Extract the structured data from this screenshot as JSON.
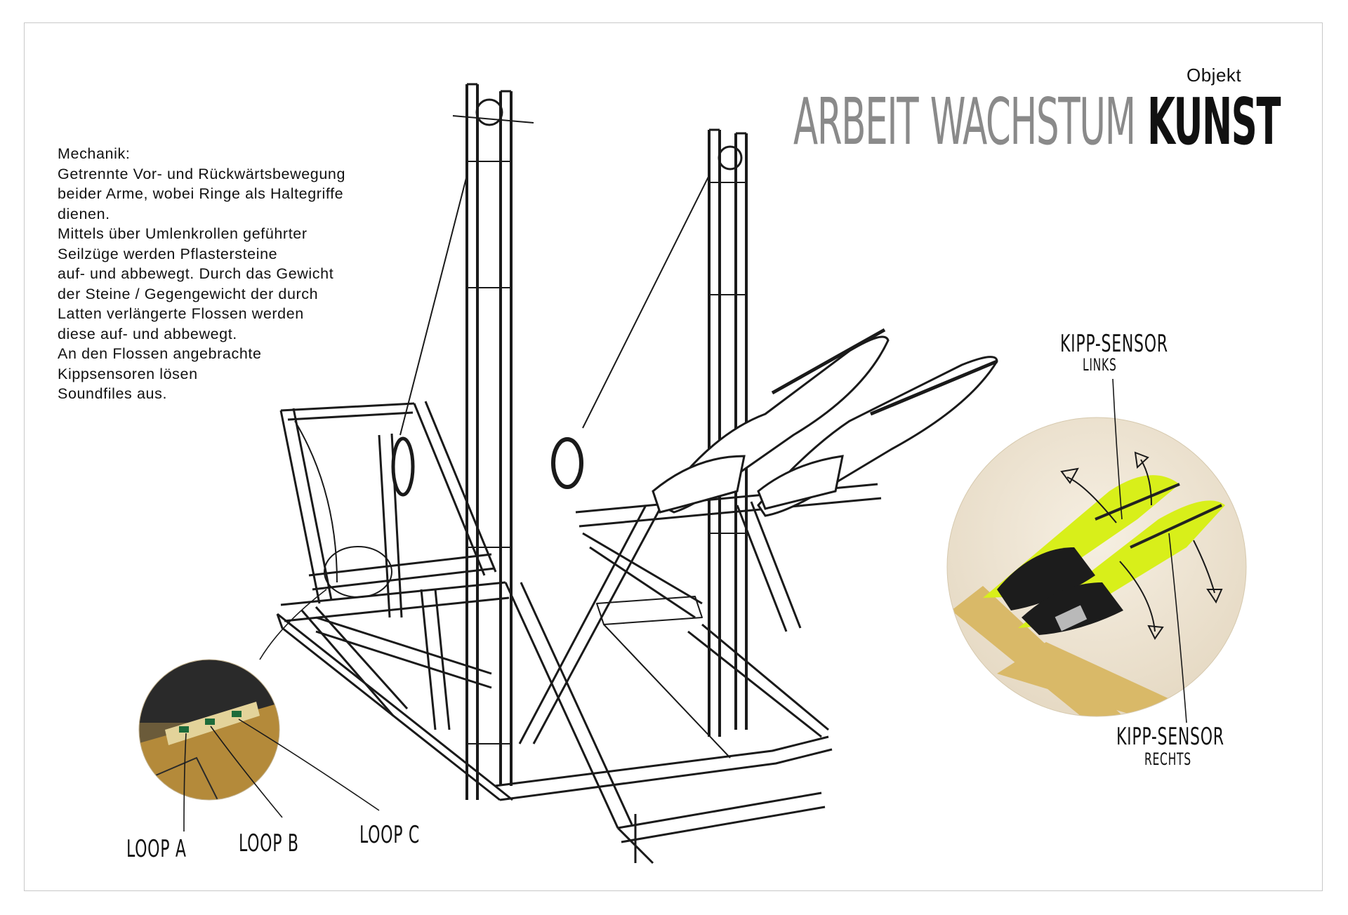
{
  "header": {
    "category": "Objekt",
    "title_words": [
      "ARBEIT",
      "WACHSTUM",
      "KUNST"
    ]
  },
  "description": {
    "heading": "Mechanik:",
    "body": "Getrennte Vor- und Rückwärtsbewegung\nbeider Arme, wobei Ringe als Haltegriffe\ndienen.\nMittels über Umlenkrollen geführter\nSeilzüge werden Pflastersteine\nauf- und abbewegt. Durch das Gewicht\nder Steine / Gegengewicht der durch\nLatten verlängerte Flossen werden\ndiese auf- und abbewegt.\nAn den Flossen angebrachte\nKippsensoren lösen\nSoundfiles aus."
  },
  "annotations": {
    "sensor_left_title": "KIPP-SENSOR",
    "sensor_left_sub": "LINKS",
    "sensor_right_title": "KIPP-SENSOR",
    "sensor_right_sub": "RECHTS",
    "loop_a": "LOOP A",
    "loop_b": "LOOP B",
    "loop_c": "LOOP C"
  },
  "colors": {
    "title_grey": "#8a8a8a",
    "title_black": "#111111",
    "fin_yellow": "#d8ef1a",
    "wood": "#d9b968",
    "wall_beige": "#efe6d6"
  }
}
